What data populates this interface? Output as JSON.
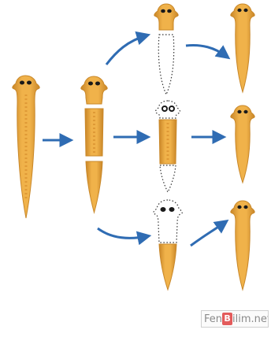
{
  "diagram": {
    "colors": {
      "body_fill": "#E9A73B",
      "body_stroke": "#C9882A",
      "body_inner": "#D48A2A",
      "eye": "#1a1a1a",
      "arrow": "#2F6CB3",
      "dotted_outline": "#333333",
      "background": "#ffffff"
    }
  },
  "watermark": {
    "part1": "Fen",
    "mark": "B",
    "part2": "ilim.net"
  }
}
